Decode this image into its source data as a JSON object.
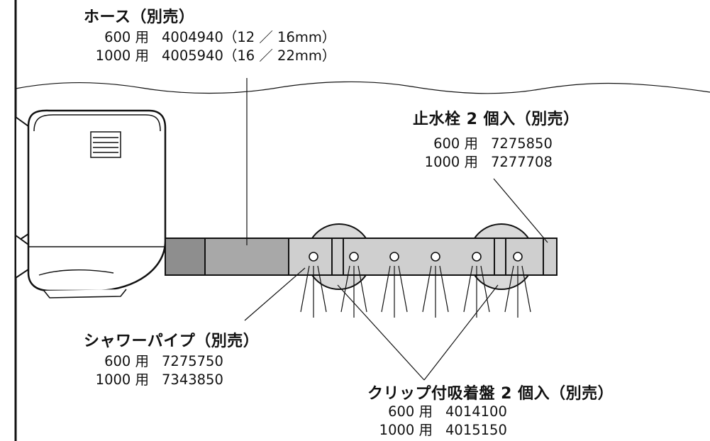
{
  "parts": {
    "hose": {
      "title": "ホース（別売）",
      "rows": [
        {
          "model": "600 用",
          "code": "4004940（12 ／ 16mm）"
        },
        {
          "model": "1000 用",
          "code": "4005940（16 ／ 22mm）"
        }
      ]
    },
    "valve": {
      "title": "止水栓 2 個入（別売）",
      "rows": [
        {
          "model": "600 用",
          "code": "7275850"
        },
        {
          "model": "1000 用",
          "code": "7277708"
        }
      ]
    },
    "shower_pipe": {
      "title": "シャワーパイプ（別売）",
      "rows": [
        {
          "model": "600 用",
          "code": "7275750"
        },
        {
          "model": "1000 用",
          "code": "7343850"
        }
      ]
    },
    "suction_cup": {
      "title": "クリップ付吸着盤 2 個入（別売）",
      "rows": [
        {
          "model": "600 用",
          "code": "4014100"
        },
        {
          "model": "1000 用",
          "code": "4015150"
        }
      ]
    }
  },
  "colors": {
    "line": "#111111",
    "pipe_light": "#cfcfcf",
    "pipe_mid": "#a8a8a8",
    "hose": "#8e8e8e",
    "valve_dark": "#777777",
    "suction_cup": "#d9d9d9"
  }
}
